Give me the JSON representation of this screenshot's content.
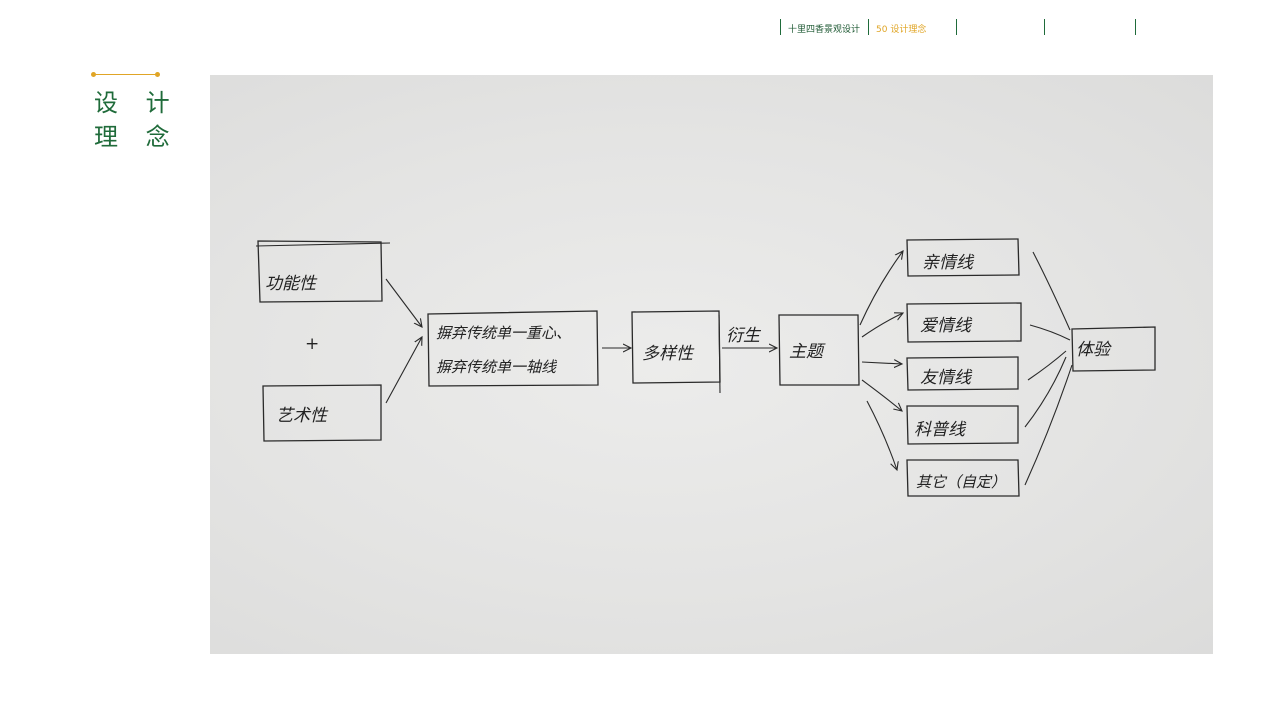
{
  "header": {
    "nav": [
      {
        "label": "十里四香景观设计",
        "active": false
      },
      {
        "label": "50 设计理念",
        "active": true
      },
      {
        "label": "",
        "active": false
      },
      {
        "label": "",
        "active": false
      }
    ]
  },
  "side_title": {
    "line1": "设 计",
    "line2": "理 念"
  },
  "sketch": {
    "left_top": "功能性",
    "plus": "+",
    "left_bottom": "艺术性",
    "center_line1": "摒弃传统单一重心、",
    "center_line2": "摒弃传统单一轴线",
    "diversity": "多样性",
    "derive": "衍生",
    "theme": "主题",
    "branches": [
      "亲情线",
      "爱情线",
      "友情线",
      "科普线",
      "其它（自定）"
    ],
    "result": "体验"
  },
  "colors": {
    "brand_green": "#1f6b3a",
    "accent_gold": "#e0a526"
  }
}
